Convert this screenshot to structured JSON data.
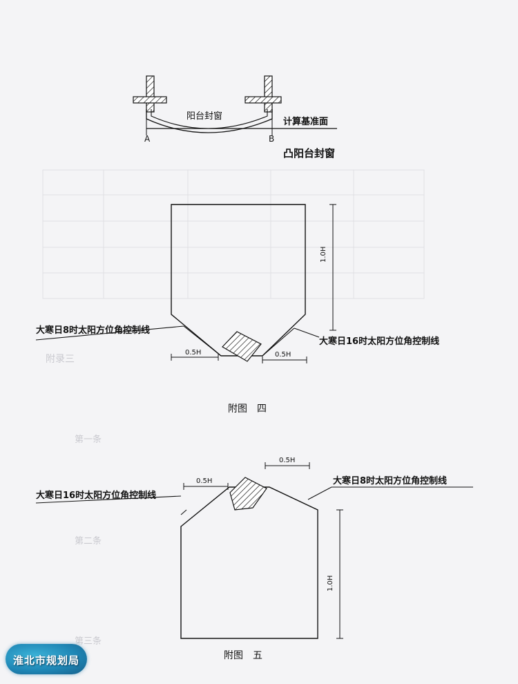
{
  "figure_top": {
    "window_label": "阳台封窗",
    "baseline_label": "计算基准面",
    "point_a": "A",
    "point_b": "B",
    "caption": "凸阳台封窗"
  },
  "figure_four": {
    "left_line_label": "大寒日8时太阳方位角控制线",
    "right_line_label": "大寒日16时太阳方位角控制线",
    "dim_left": "0.5H",
    "dim_right": "0.5H",
    "dim_height": "1.0H",
    "caption": "附图　四"
  },
  "figure_five": {
    "left_line_label": "大寒日16时太阳方位角控制线",
    "right_line_label": "大寒日8时太阳方位角控制线",
    "dim_left": "0.5H",
    "dim_right": "0.5H",
    "dim_height": "1.0H",
    "caption": "附图　五"
  },
  "background_text": [
    "附录三",
    "第一条",
    "第二条",
    "第三条"
  ],
  "logo": {
    "text": "淮北市规划局"
  }
}
